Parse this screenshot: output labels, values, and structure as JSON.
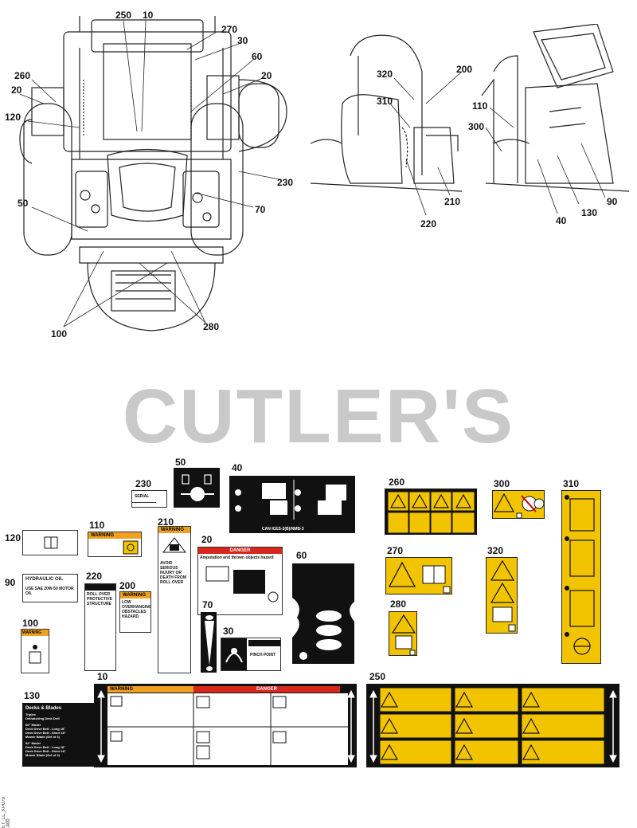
{
  "top_left_callouts": [
    {
      "id": "c250",
      "text": "250"
    },
    {
      "id": "c10",
      "text": "10"
    },
    {
      "id": "c270",
      "text": "270"
    },
    {
      "id": "c30",
      "text": "30"
    },
    {
      "id": "c60",
      "text": "60"
    },
    {
      "id": "c20a",
      "text": "20"
    },
    {
      "id": "c260",
      "text": "260"
    },
    {
      "id": "c20b",
      "text": "20"
    },
    {
      "id": "c120",
      "text": "120"
    },
    {
      "id": "c230",
      "text": "230"
    },
    {
      "id": "c50",
      "text": "50"
    },
    {
      "id": "c70",
      "text": "70"
    },
    {
      "id": "c100",
      "text": "100"
    },
    {
      "id": "c280",
      "text": "280"
    }
  ],
  "top_right_callouts": [
    {
      "id": "c320",
      "text": "320"
    },
    {
      "id": "c200",
      "text": "200"
    },
    {
      "id": "c310",
      "text": "310"
    },
    {
      "id": "c110",
      "text": "110"
    },
    {
      "id": "c300",
      "text": "300"
    },
    {
      "id": "c220",
      "text": "220"
    },
    {
      "id": "c210",
      "text": "210"
    },
    {
      "id": "c40",
      "text": "40"
    },
    {
      "id": "c130",
      "text": "130"
    },
    {
      "id": "c90",
      "text": "90"
    }
  ],
  "watermark": "CUTLER'S",
  "decals": {
    "d230": {
      "num": "230",
      "text": "SERIAL"
    },
    "d50": {
      "num": "50"
    },
    "d40": {
      "num": "40",
      "text": "CAN ICES-3(B)/NMB-3"
    },
    "d260": {
      "num": "260"
    },
    "d300": {
      "num": "300"
    },
    "d310": {
      "num": "310"
    },
    "d120": {
      "num": "120"
    },
    "d110": {
      "num": "110",
      "warning": "WARNING"
    },
    "d210": {
      "num": "210",
      "warning": "WARNING",
      "text": "AVOID SERIOUS INJURY OR DEATH FROM ROLL OVER"
    },
    "d20": {
      "num": "20",
      "danger": "DANGER",
      "text": "Amputation and thrown objects hazard"
    },
    "d60": {
      "num": "60"
    },
    "d90": {
      "num": "90",
      "title": "HYDRAULIC OIL",
      "text": "USE SAE 20W-50 MOTOR OIL"
    },
    "d220": {
      "num": "220",
      "text": "ROLL OVER PROTECTIVE STRUCTURE"
    },
    "d200": {
      "num": "200",
      "warning": "WARNING",
      "text": "LOW OVERHANGING OBSTACLES HAZARD"
    },
    "d270": {
      "num": "270"
    },
    "d320": {
      "num": "320"
    },
    "d100": {
      "num": "100",
      "warning": "WARNING"
    },
    "d70": {
      "num": "70"
    },
    "d30": {
      "num": "30",
      "text": "PINCH POINT"
    },
    "d280": {
      "num": "280"
    },
    "d130": {
      "num": "130",
      "title": "Decks & Blades",
      "lines": [
        "Triplex",
        "Dethatching Deck Drill",
        "60\" Model",
        "Deck Drive Belt - Long 18\"",
        "Deck Drive Belt - Short 18\"",
        "Mower Blade (Set of 3)",
        "52\" Model",
        "Deck Drive Belt - Long 18\"",
        "Deck Drive Belt - Short 18\"",
        "Mower Blade (Set of 3)"
      ]
    },
    "d10": {
      "num": "10",
      "warning": "WARNING",
      "danger": "DANGER"
    },
    "d250": {
      "num": "250"
    }
  },
  "side_code": "ET_LL_KP079 .400"
}
